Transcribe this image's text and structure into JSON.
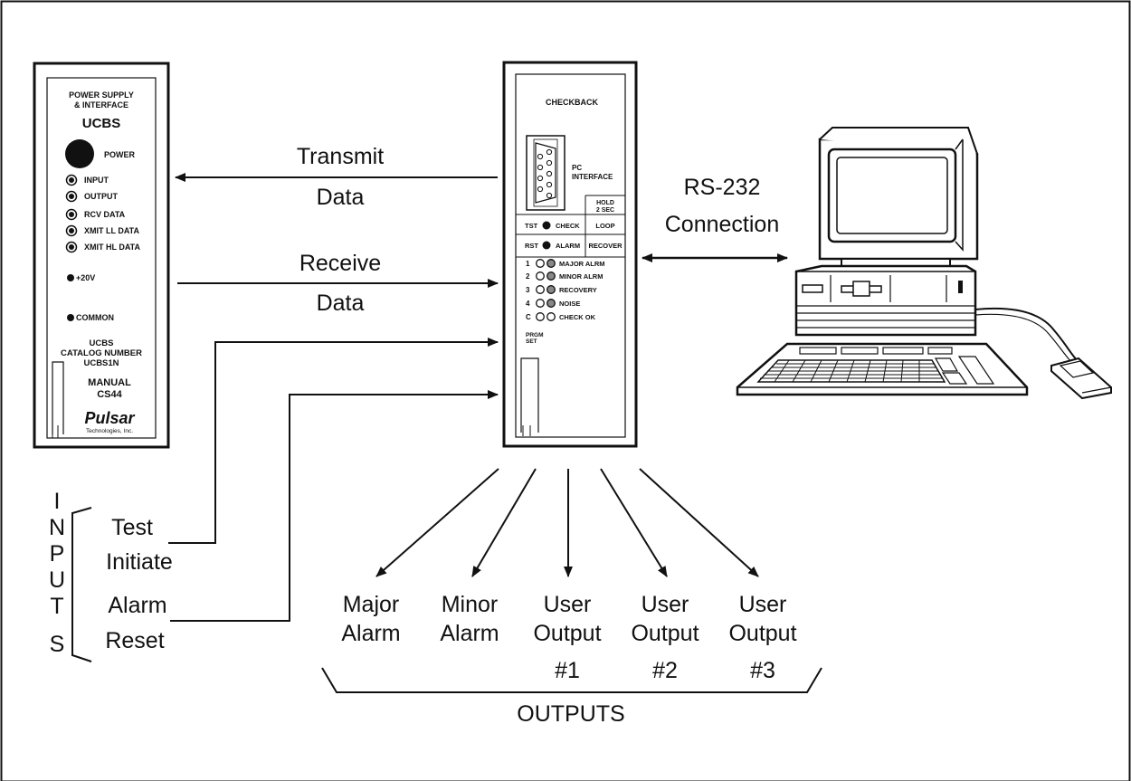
{
  "ucbs": {
    "header1": "POWER SUPPLY",
    "header2": "& INTERFACE",
    "title": "UCBS",
    "power": "POWER",
    "leds": [
      "INPUT",
      "OUTPUT",
      "RCV DATA",
      "XMIT LL DATA",
      "XMIT HL DATA"
    ],
    "plus20v": "+20V",
    "common": "COMMON",
    "catalog1": "UCBS",
    "catalog2": "CATALOG NUMBER",
    "catalog3": "UCBS1N",
    "manual1": "MANUAL",
    "manual2": "CS44",
    "brand": "Pulsar",
    "brand_sub": "Technologies, Inc."
  },
  "checkback": {
    "title": "CHECKBACK",
    "pc1": "PC",
    "pc2": "INTERFACE",
    "hold1": "HOLD",
    "hold2": "2 SEC",
    "tst": "TST",
    "check": "CHECK",
    "loop": "LOOP",
    "rst": "RST",
    "alarm": "ALARM",
    "recover": "RECOVER",
    "rows": [
      {
        "num": "1",
        "label": "MAJOR ALRM"
      },
      {
        "num": "2",
        "label": "MINOR ALRM"
      },
      {
        "num": "3",
        "label": "RECOVERY"
      },
      {
        "num": "4",
        "label": "NOISE"
      },
      {
        "num": "C",
        "label": "CHECK OK"
      }
    ],
    "prgm1": "PRGM",
    "prgm2": "SET"
  },
  "links": {
    "transmit1": "Transmit",
    "transmit2": "Data",
    "receive1": "Receive",
    "receive2": "Data",
    "rs1": "RS-232",
    "rs2": "Connection"
  },
  "inputs": {
    "label": "INPUTS",
    "letters": [
      "I",
      "N",
      "P",
      "U",
      "T",
      "S"
    ],
    "test1": "Test",
    "test2": "Initiate",
    "alarm1": "Alarm",
    "alarm2": "Reset"
  },
  "outputs": {
    "label": "OUTPUTS",
    "items": [
      {
        "l1": "Major",
        "l2": "Alarm",
        "l3": ""
      },
      {
        "l1": "Minor",
        "l2": "Alarm",
        "l3": ""
      },
      {
        "l1": "User",
        "l2": "Output",
        "l3": "#1"
      },
      {
        "l1": "User",
        "l2": "Output",
        "l3": "#2"
      },
      {
        "l1": "User",
        "l2": "Output",
        "l3": "#3"
      }
    ]
  }
}
